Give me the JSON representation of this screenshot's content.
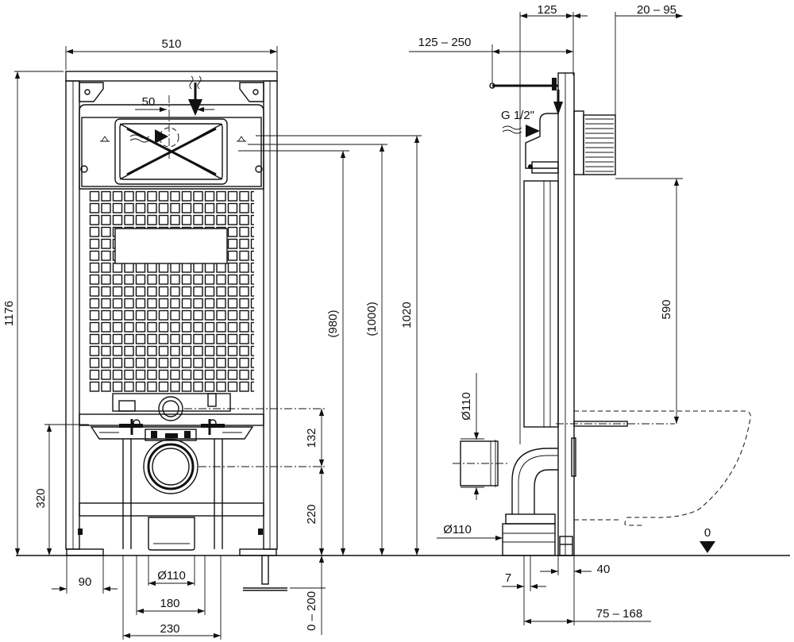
{
  "front_view": {
    "dims": {
      "width_total": "510",
      "height_total": "1176",
      "inlet_offset": "50",
      "h_980": "(980)",
      "h_1000": "(1000)",
      "h_1020": "1020",
      "h_132": "132",
      "h_220": "220",
      "h_320": "320",
      "adj_0_200": "0 – 200",
      "w_90": "90",
      "dia_110": "Ø110",
      "w_180": "180",
      "w_230": "230"
    }
  },
  "side_view": {
    "dims": {
      "d_125": "125",
      "d_20_95": "20 – 95",
      "d_125_250": "125 – 250",
      "thread": "G 1/2\"",
      "h_590": "590",
      "dia_110_top": "Ø110",
      "dia_110_bottom": "Ø110",
      "d_7": "7",
      "d_40": "40",
      "d_75_168": "75 – 168",
      "floor_zero": "0"
    }
  }
}
